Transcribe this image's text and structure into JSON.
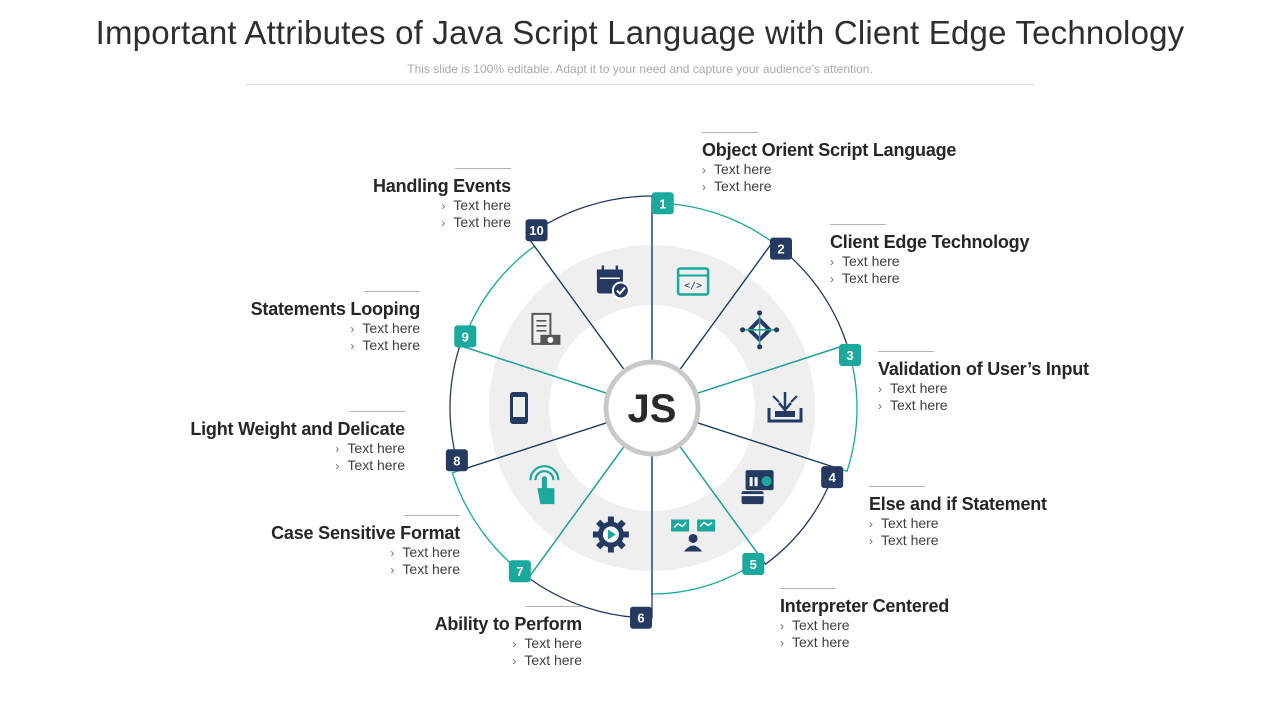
{
  "header": {
    "title": "Important Attributes of Java Script Language with Client Edge Technology",
    "subtitle": "This slide is 100% editable. Adapt it to your need and capture your audience’s attention."
  },
  "center": {
    "label": "JS"
  },
  "colors": {
    "teal": "#1aa99c",
    "navy": "#253a63",
    "ring": "#efefef",
    "center_border": "#c8c8c8",
    "text": "#262626"
  },
  "attributes": [
    {
      "number": "1",
      "title": "Object Orient Script Language",
      "points": [
        "Text here",
        "Text here"
      ],
      "icon": "code-window-icon",
      "color": "teal"
    },
    {
      "number": "2",
      "title": "Client Edge Technology",
      "points": [
        "Text here",
        "Text here"
      ],
      "icon": "chip-icon",
      "color": "navy"
    },
    {
      "number": "3",
      "title": "Validation of User’s Input",
      "points": [
        "Text here",
        "Text here"
      ],
      "icon": "inbox-download-icon",
      "color": "teal"
    },
    {
      "number": "4",
      "title": "Else and if Statement",
      "points": [
        "Text here",
        "Text here"
      ],
      "icon": "payment-window-icon",
      "color": "navy"
    },
    {
      "number": "5",
      "title": "Interpreter Centered",
      "points": [
        "Text here",
        "Text here"
      ],
      "icon": "presenter-icon",
      "color": "teal"
    },
    {
      "number": "6",
      "title": "Ability to Perform",
      "points": [
        "Text here",
        "Text here"
      ],
      "icon": "gear-play-icon",
      "color": "navy"
    },
    {
      "number": "7",
      "title": "Case Sensitive Format",
      "points": [
        "Text here",
        "Text here"
      ],
      "icon": "touch-hand-icon",
      "color": "teal"
    },
    {
      "number": "8",
      "title": "Light Weight and Delicate",
      "points": [
        "Text here",
        "Text here"
      ],
      "icon": "smartphone-icon",
      "color": "navy"
    },
    {
      "number": "9",
      "title": "Statements Looping",
      "points": [
        "Text here",
        "Text here"
      ],
      "icon": "receipt-money-icon",
      "color": "teal"
    },
    {
      "number": "10",
      "title": "Handling Events",
      "points": [
        "Text here",
        "Text here"
      ],
      "icon": "calendar-check-icon",
      "color": "navy"
    }
  ]
}
